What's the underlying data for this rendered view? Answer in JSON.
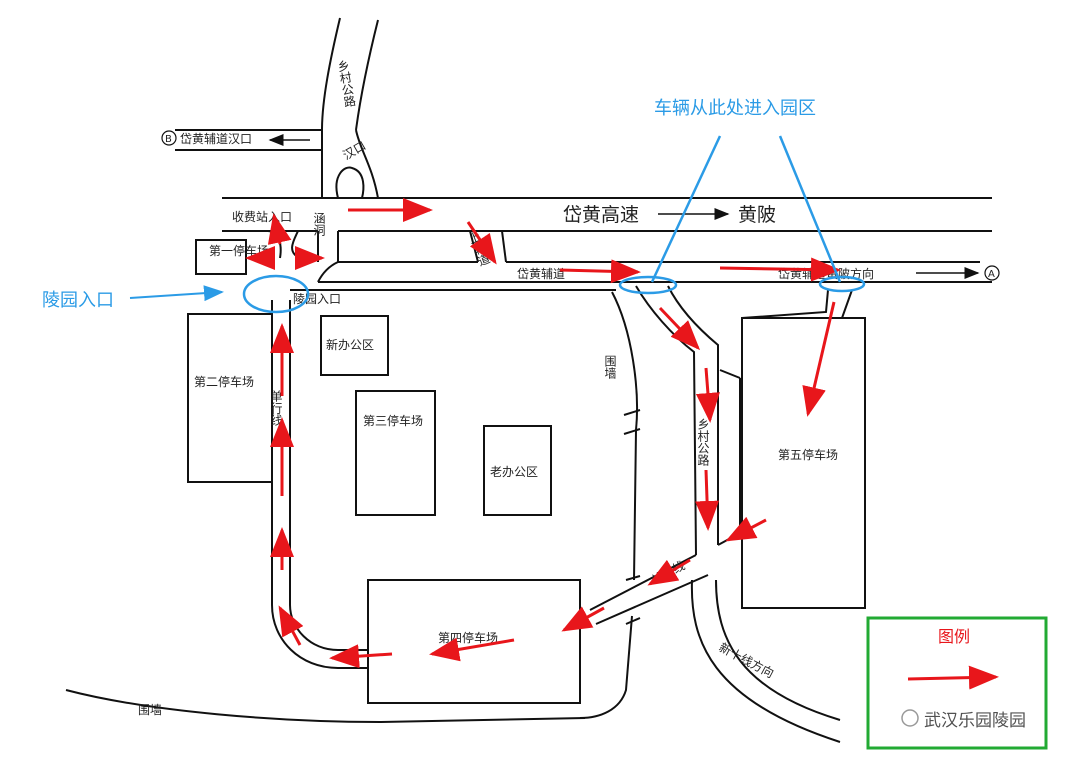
{
  "callouts": {
    "vehicle_entry": "车辆从此处进入园区",
    "cemetery_entrance": "陵园入口"
  },
  "roads": {
    "highway": "岱黄高速",
    "highway_arrow_dest": "黄陂",
    "service_road_hankou": "岱黄辅道汉口",
    "service_road_huangpi": "岱黄辅道黄陂方向",
    "service_road": "岱黄辅道",
    "village_road_north": "乡村公路",
    "village_road_south": "乡村公路",
    "hankou": "汉口",
    "toll_entrance": "收费站入口",
    "culvert": "涵洞",
    "ramp": "上辅道",
    "one_way_west": "单行线",
    "one_way_south": "单行线",
    "xinshi_line": "新十线方向",
    "cemetery_entrance_road": "陵园入口",
    "marker_a": "A",
    "marker_b": "B"
  },
  "facilities": {
    "parking_1": "第一停车场",
    "parking_2": "第二停车场",
    "parking_3": "第三停车场",
    "parking_4": "第四停车场",
    "parking_5": "第五停车场",
    "new_office": "新办公区",
    "old_office": "老办公区",
    "wall_east": "围墙",
    "wall_south": "围墙"
  },
  "legend": {
    "title": "图例",
    "watermark": "武汉乐园陵园"
  },
  "colors": {
    "route_arrow": "#e8161b",
    "callout_blue": "#2b9be6",
    "legend_border": "#22aa33"
  }
}
